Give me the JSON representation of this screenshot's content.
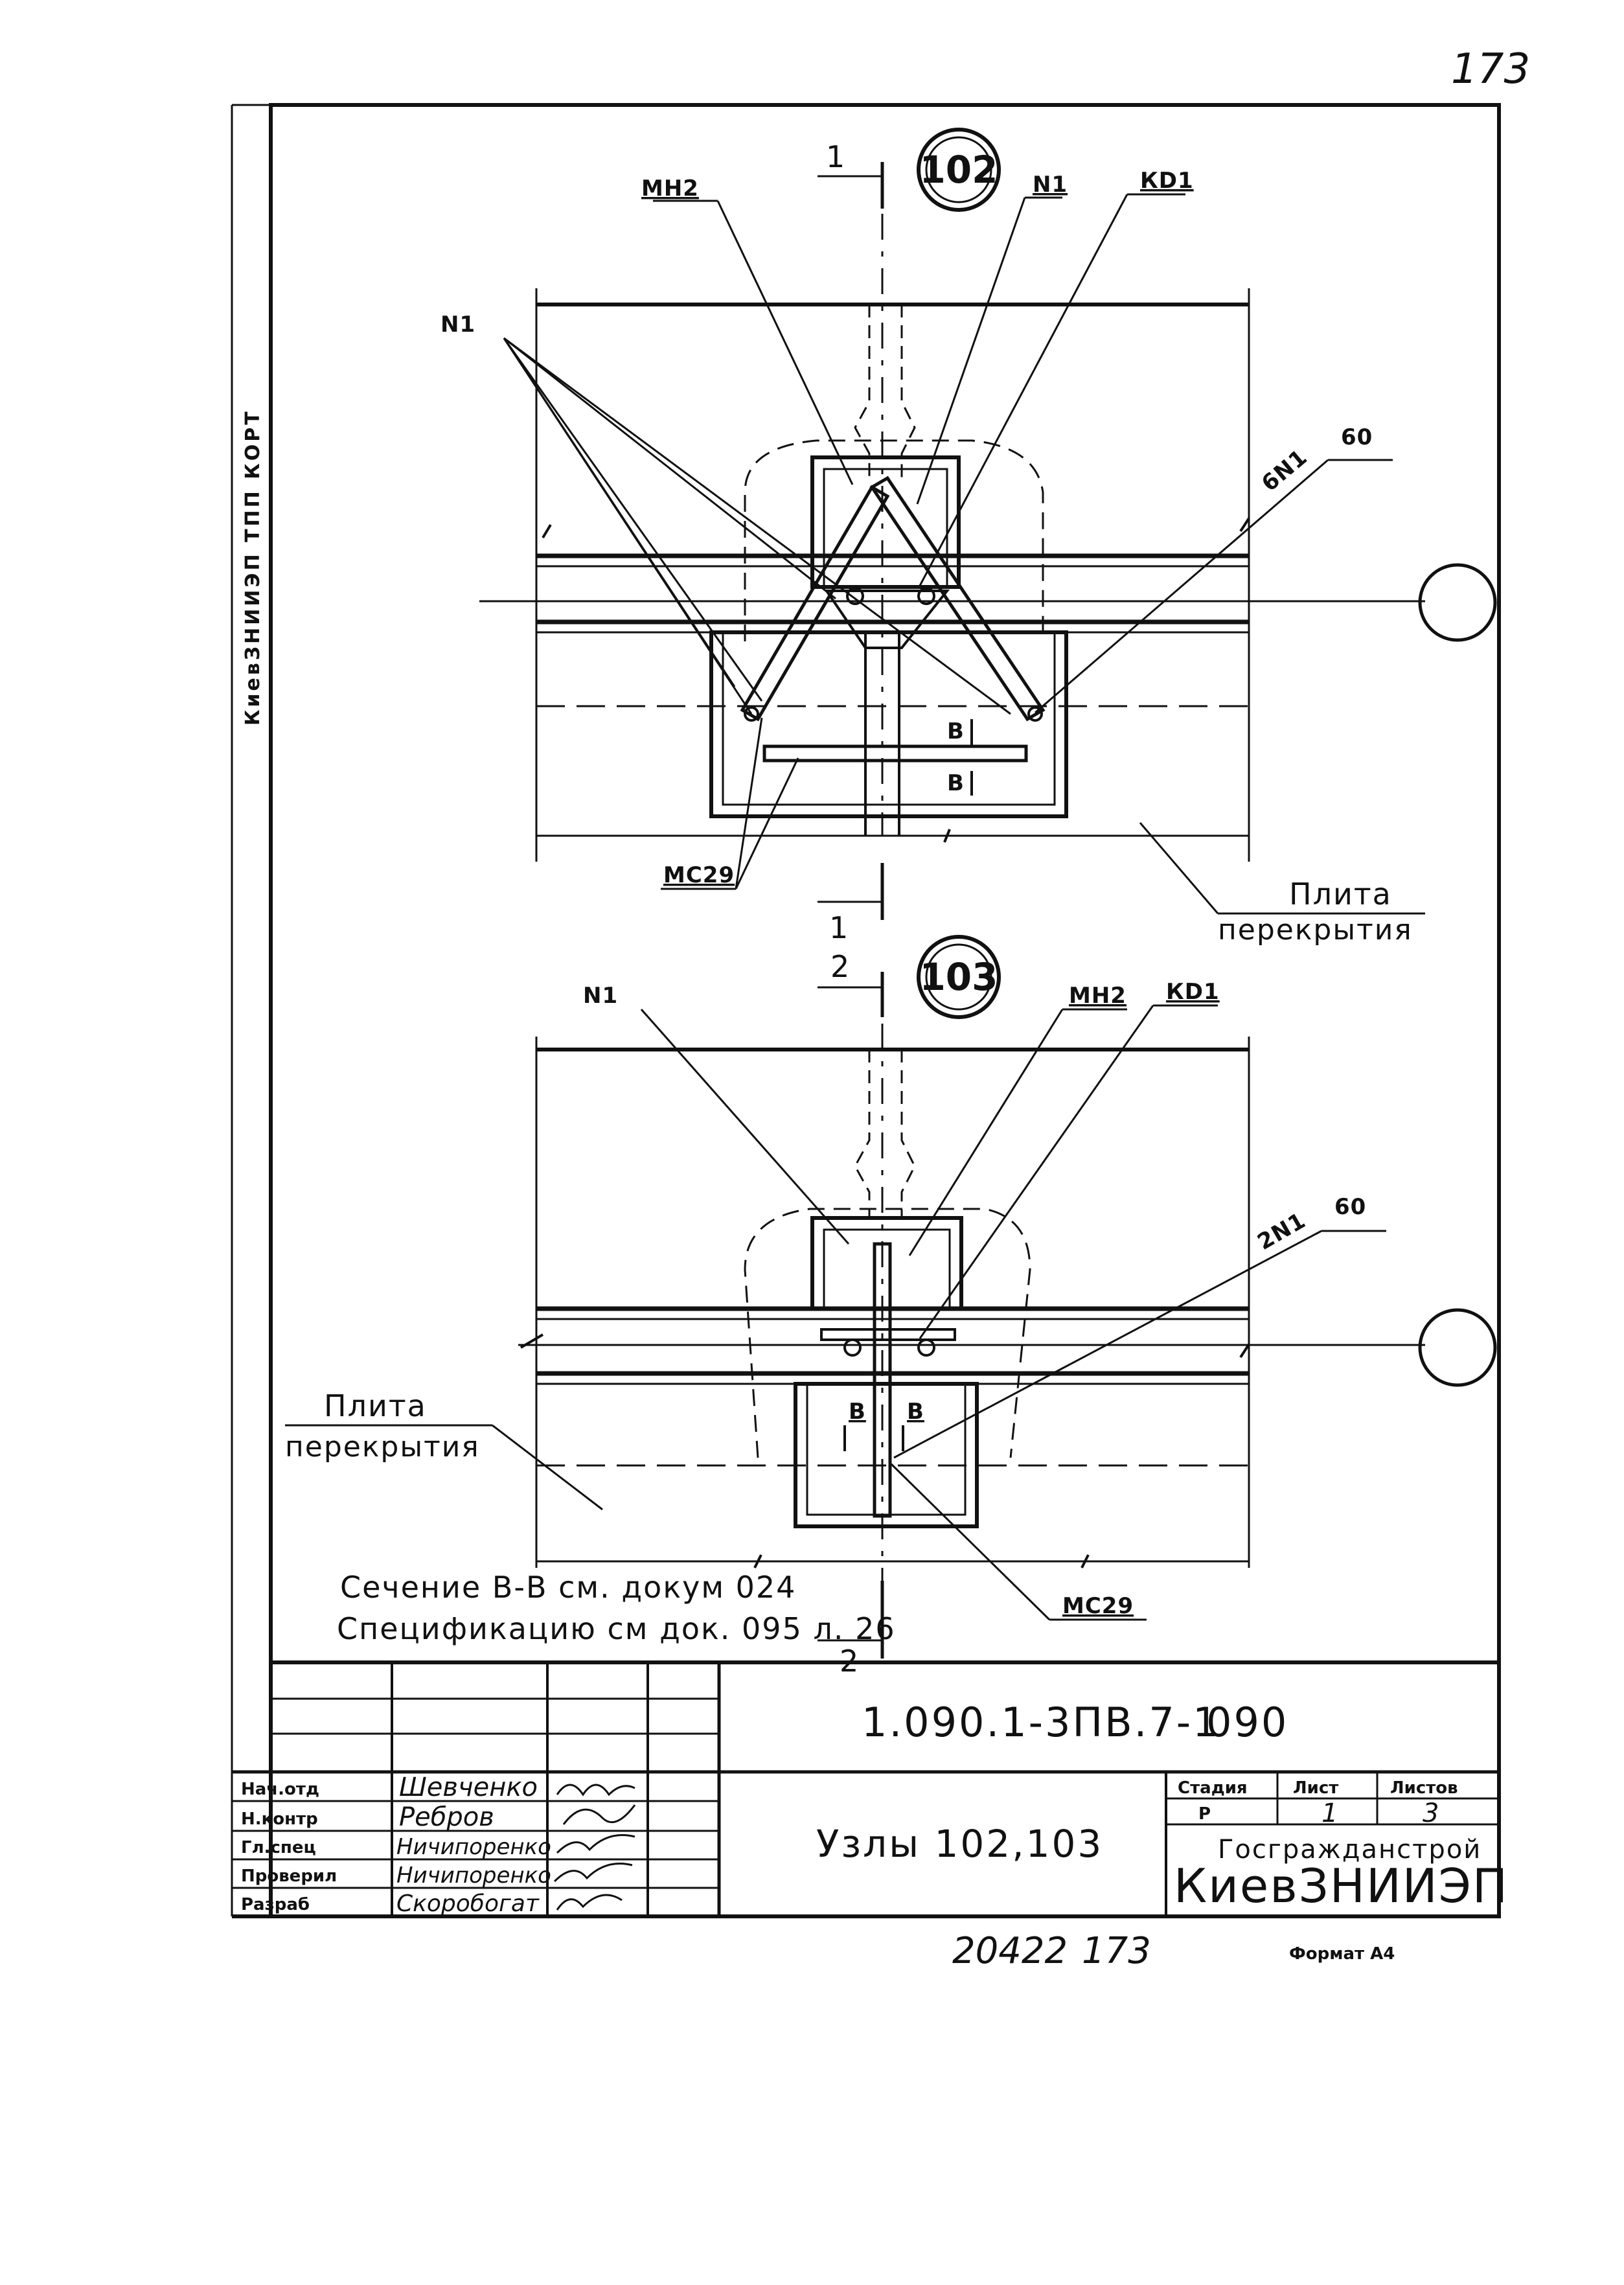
{
  "page_number_handwritten": "173",
  "side_stamp": {
    "text": "КиевЗНИИЭП ТПП КОРТ"
  },
  "node_102": {
    "node_number": "102",
    "labels": {
      "mn2": "МН2",
      "n1_top": "N1",
      "kd1": "КD1",
      "n1_left": "N1",
      "weld": "6N1",
      "weld_size": "60",
      "mc29": "МС29",
      "b1": "В",
      "b2": "В"
    },
    "section_mark_top": "1",
    "section_mark_bottom": "1",
    "slab_label_line1": "Плита",
    "slab_label_line2": "перекрытия"
  },
  "node_103": {
    "node_number": "103",
    "labels": {
      "n1": "N1",
      "mn2": "МН2",
      "kd1": "КD1",
      "weld": "2N1",
      "weld_size": "60",
      "mc29": "МС29",
      "b1": "В",
      "b2": "В"
    },
    "section_mark_top": "2",
    "section_mark_bottom": "2",
    "slab_label_line1": "Плита",
    "slab_label_line2": "перекрытия"
  },
  "notes": [
    "Сечение В-В см. докум 024",
    "Спецификацию см док. 095 л. 26"
  ],
  "title_block": {
    "doc_code": "1.090.1-3ПВ.7-1",
    "sheet_code": "090",
    "drawing_title": "Узлы 102,103",
    "stage_header": "Стадия",
    "sheet_header": "Лист",
    "sheets_header": "Листов",
    "stage_value": "Р",
    "sheet_value": "1",
    "sheets_value": "3",
    "org_line1": "Госгражданстрой",
    "org_line2": "КиевЗНИИЭП",
    "signatures": [
      {
        "role": "Нач.отд",
        "name": "Шевченко"
      },
      {
        "role": "Н.контр",
        "name": "Ребров"
      },
      {
        "role": "Гл.спец",
        "name": "Ничипоренко"
      },
      {
        "role": "Проверил",
        "name": "Ничипоренко"
      },
      {
        "role": "Разраб",
        "name": "Скоробогат"
      }
    ]
  },
  "inventory_number": "20422",
  "inventory_page": "173",
  "format_label": "Формат А4"
}
